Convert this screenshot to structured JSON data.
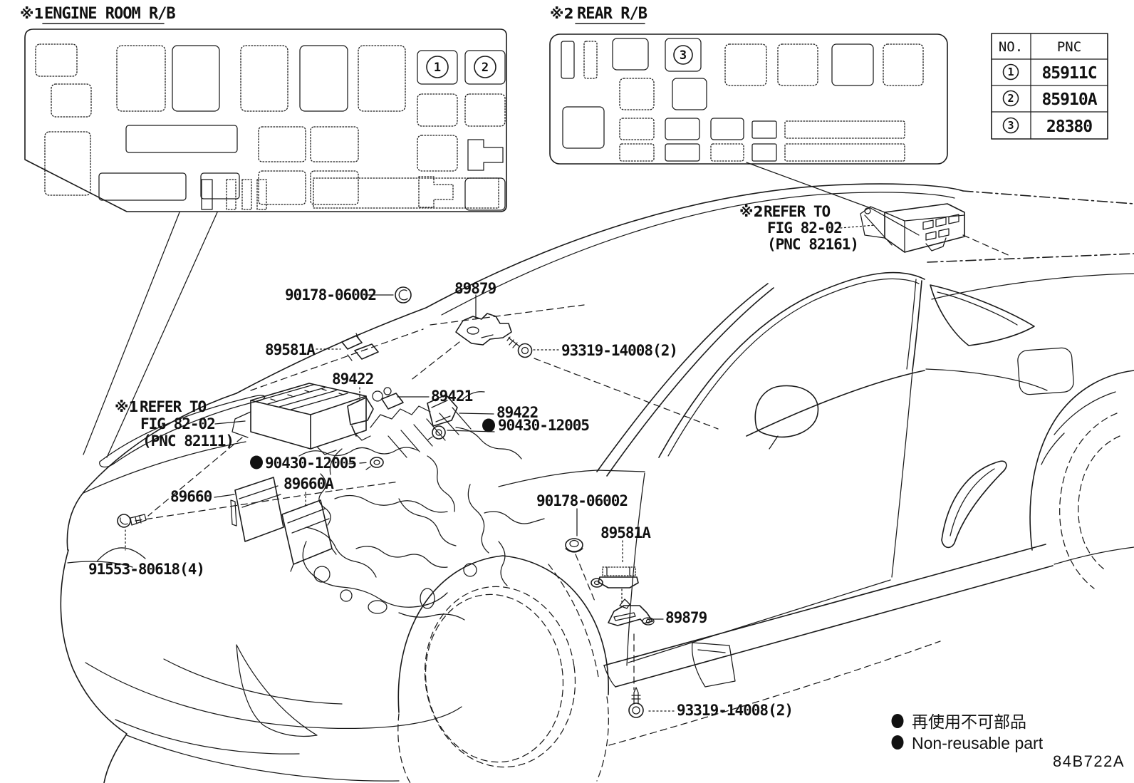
{
  "titles": {
    "engine_room_rb_marker": "※1",
    "engine_room_rb": "ENGINE ROOM R/B",
    "rear_rb_marker": "※2",
    "rear_rb": "REAR R/B"
  },
  "pnc_table": {
    "col_no": "NO.",
    "col_pnc": "PNC",
    "rows": [
      {
        "no": "1",
        "pnc": "85911C"
      },
      {
        "no": "2",
        "pnc": "85910A"
      },
      {
        "no": "3",
        "pnc": "28380"
      }
    ]
  },
  "callouts": {
    "c1": "1",
    "c2": "2",
    "c3": "3"
  },
  "part_labels": {
    "nut_90178_top": "90178-06002",
    "bracket_89879_top": "89879",
    "sensor_89581a_left": "89581A",
    "screw_93319_top": "93319-14008(2)",
    "coil_89422_a": "89422",
    "sensor_89421": "89421",
    "coil_89422_b": "89422",
    "grommet_90430_right": "90430-12005",
    "grommet_90430_left": "90430-12005",
    "ecu_89660": "89660",
    "ecu_89660a": "89660A",
    "bolt_91553": "91553-80618(4)",
    "nut_90178_right": "90178-06002",
    "sensor_89581a_right": "89581A",
    "bracket_89879_right": "89879",
    "screw_93319_bottom": "93319-14008(2)"
  },
  "refer_note_1": {
    "marker": "※1",
    "line1": "REFER TO",
    "line2": "FIG 82-02",
    "line3": "(PNC 82111)"
  },
  "refer_note_2": {
    "marker": "※2",
    "line1": "REFER TO",
    "line2": "FIG 82-02",
    "line3": "(PNC 82161)"
  },
  "legend": {
    "jp": "再使用不可部品",
    "en": "Non-reusable part"
  },
  "diagram_code": "84B722A"
}
